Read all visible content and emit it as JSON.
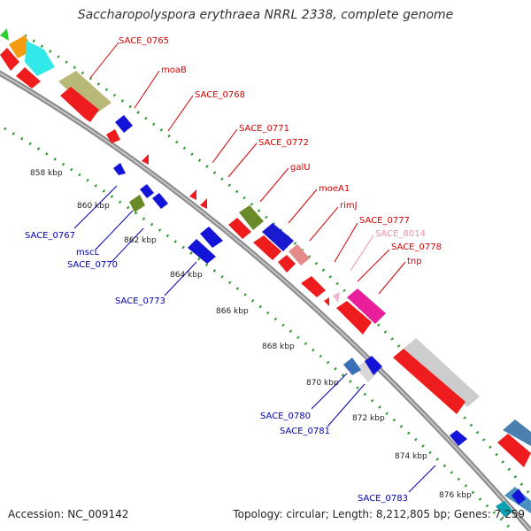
{
  "title": "Saccharopolyspora erythraea NRRL 2338, complete genome",
  "footer": {
    "accession": "Accession: NC_009142",
    "topology": "Topology: circular; Length: 8,212,805 bp; Genes: 7,259"
  },
  "colors": {
    "backbone": "#8a8a8a",
    "tick": "#2a9a2a",
    "label_red": "#d40000",
    "label_blue": "#0000b0",
    "label_pink": "#e890b0"
  },
  "ticks": [
    "858 kbp",
    "860 kbp",
    "862 kbp",
    "864 kbp",
    "866 kbp",
    "868 kbp",
    "870 kbp",
    "872 kbp",
    "874 kbp",
    "876 kbp"
  ],
  "upper_labels": [
    {
      "text": "SACE_0765",
      "color": "red"
    },
    {
      "text": "moaB",
      "color": "red"
    },
    {
      "text": "SACE_0768",
      "color": "red"
    },
    {
      "text": "SACE_0771",
      "color": "red"
    },
    {
      "text": "SACE_0772",
      "color": "red"
    },
    {
      "text": "galU",
      "color": "red"
    },
    {
      "text": "moeA1",
      "color": "red"
    },
    {
      "text": "rimJ",
      "color": "red"
    },
    {
      "text": "SACE_0777",
      "color": "red"
    },
    {
      "text": "SACE_8014",
      "color": "pink"
    },
    {
      "text": "SACE_0778",
      "color": "red"
    },
    {
      "text": "tnp",
      "color": "red"
    }
  ],
  "lower_labels": [
    {
      "text": "SACE_0767",
      "color": "blue"
    },
    {
      "text": "mscL",
      "color": "blue"
    },
    {
      "text": "SACE_0770",
      "color": "blue"
    },
    {
      "text": "SACE_0773",
      "color": "blue"
    },
    {
      "text": "SACE_0780",
      "color": "blue"
    },
    {
      "text": "SACE_0781",
      "color": "blue"
    },
    {
      "text": "SACE_0783",
      "color": "blue"
    }
  ]
}
